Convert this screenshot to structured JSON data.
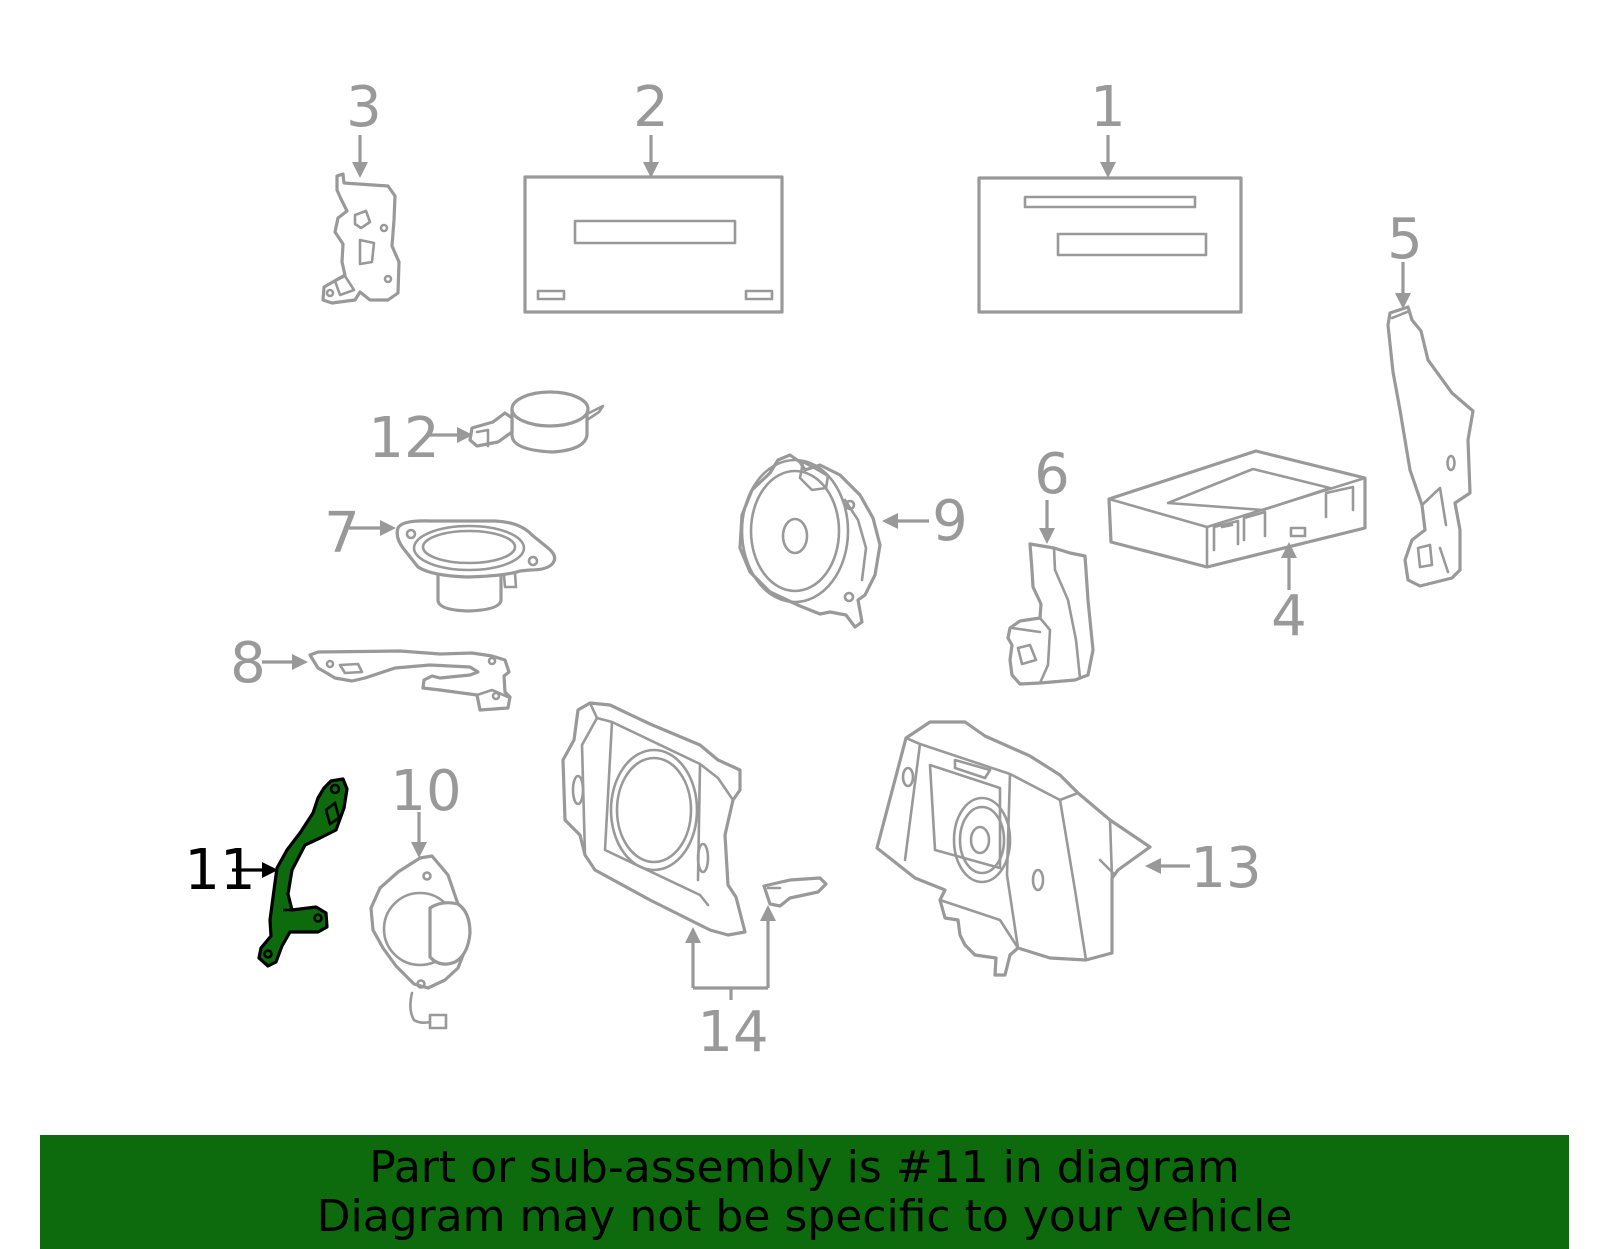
{
  "diagram": {
    "highlighted_part": "11",
    "highlight_color": "#0d6b0d",
    "line_color": "#999999",
    "callouts": [
      "1",
      "2",
      "3",
      "4",
      "5",
      "6",
      "7",
      "8",
      "9",
      "10",
      "11",
      "12",
      "13",
      "14"
    ]
  },
  "banner": {
    "line1": "Part or sub-assembly is #11 in diagram",
    "line2": "Diagram may not be specific to your vehicle",
    "background": "#0d6b0d"
  }
}
